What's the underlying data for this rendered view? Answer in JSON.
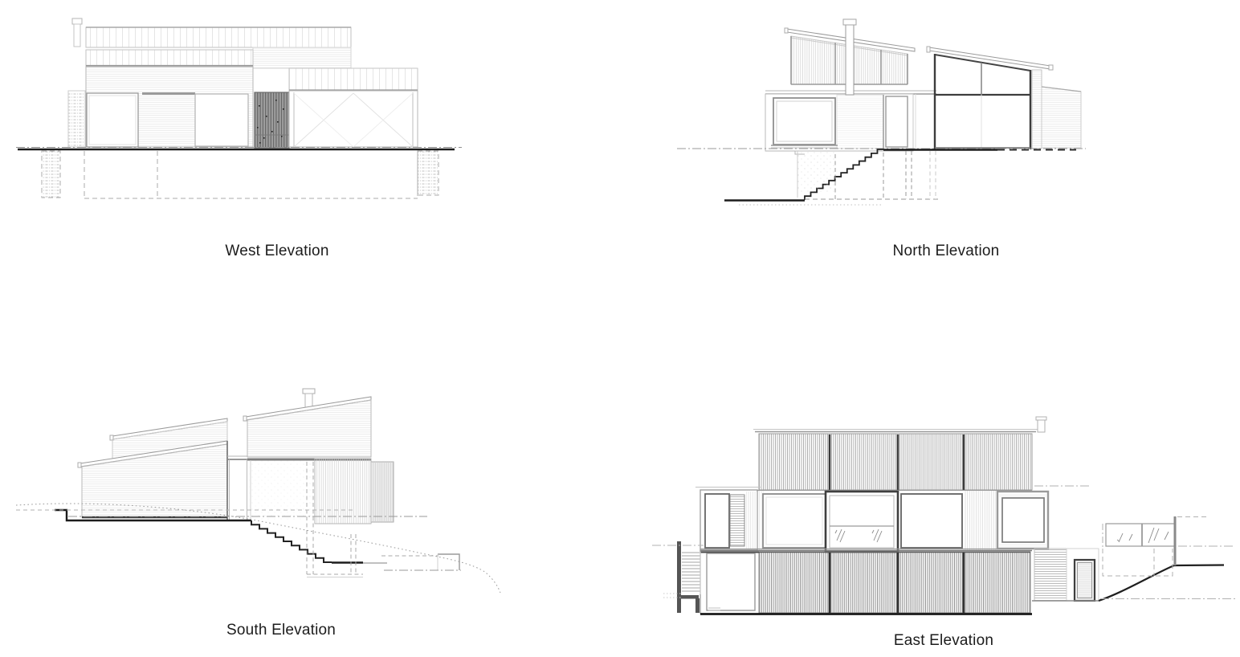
{
  "sheet": {
    "background": "#ffffff",
    "ink": "#1a1a1a",
    "line_mid": "#9a9a9a",
    "line_light": "#cccccc",
    "door_fill": "#a0a0a0"
  },
  "panels": {
    "west": {
      "label": "West Elevation"
    },
    "north": {
      "label": "North Elevation"
    },
    "south": {
      "label": "South Elevation"
    },
    "east": {
      "label": "East Elevation"
    }
  }
}
